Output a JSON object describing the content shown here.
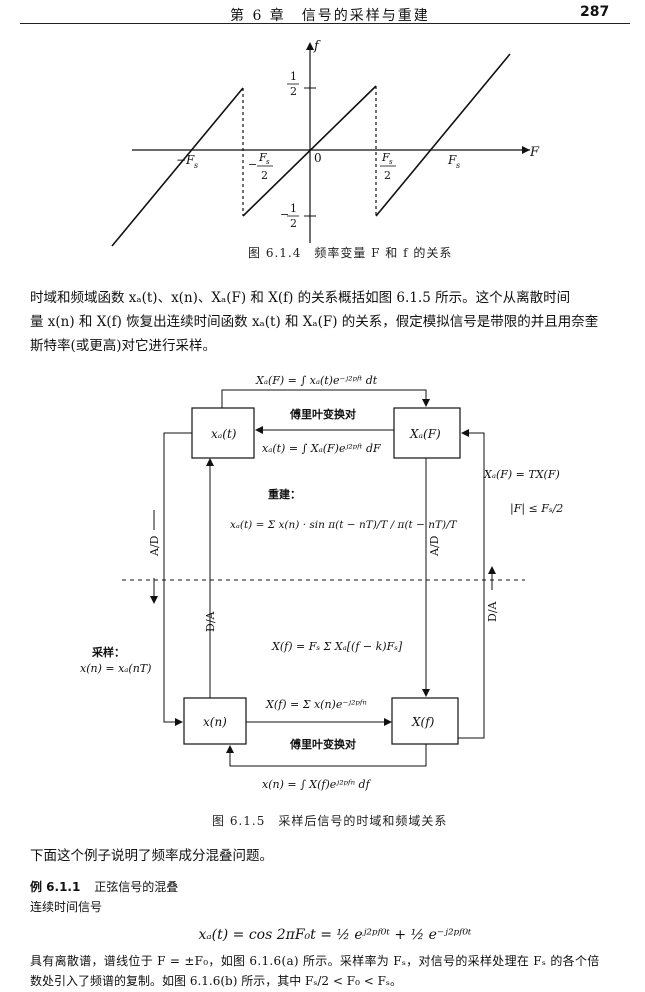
{
  "header": {
    "title": "第 6 章　信号的采样与重建",
    "page_number": "287"
  },
  "fig1": {
    "axis_f": "f",
    "axis_F": "F",
    "tick_half_num": "1",
    "tick_half_den": "2",
    "tick_neg_half": "−",
    "tick_origin": "0",
    "tick_neg_Fs": "−F",
    "tick_Fs": "F",
    "sub_s": "s",
    "tick_neg_Fs2": "−",
    "tick_Fs_over": "F",
    "tick_two": "2",
    "caption": "图 6.1.4　频率变量 F 和 f 的关系"
  },
  "para1": {
    "line1": "时域和频域函数 xₐ(t)、x(n)、Xₐ(F) 和 X(f) 的关系概括如图 6.1.5 所示。这个从离散时间",
    "line2": "量 x(n) 和 X(f) 恢复出连续时间函数 xₐ(t) 和 Xₐ(F) 的关系，假定模拟信号是带限的并且用奈奎",
    "line3": "斯特率(或更高)对它进行采样。"
  },
  "fig2": {
    "box_xa_t": "xₐ(t)",
    "box_Xa_F": "Xₐ(F)",
    "box_x_n": "x(n)",
    "box_X_f": "X(f)",
    "top_formula": "Xₐ(F) = ∫ xₐ(t)e⁻ʲ²ᵖᶠᵗ dt",
    "fourier_pair_top": "傅里叶变换对",
    "mid_top_formula": "xₐ(t) = ∫ Xₐ(F)eʲ²ᵖᶠᵗ dF",
    "right_formula": "Xₐ(F) = TX(F)",
    "right_cond": "|F| ≤ Fₛ/2",
    "recon_title": "重建：",
    "recon_formula": "xₐ(t) = Σ x(n) · sin π(t − nT)/T  /  π(t − nT)/T",
    "ad_left": "A/D",
    "da_left": "D/A",
    "ad_right": "A/D",
    "da_right": "D/A",
    "sampling_title": "采样：",
    "sampling_formula": "x(n) = xₐ(nT)",
    "alias_formula": "X(f) = Fₛ Σ Xₐ[(f − k)Fₛ]",
    "dtft_formula": "X(f) = Σ x(n)e⁻ʲ²ᵖᶠⁿ",
    "fourier_pair_bottom": "傅里叶变换对",
    "inverse_formula": "x(n) = ∫ X(f)eʲ²ᵖᶠⁿ df",
    "caption": "图 6.1.5　采样后信号的时域和频域关系"
  },
  "para2": {
    "line1": "下面这个例子说明了频率成分混叠问题。"
  },
  "example": {
    "title": "例 6.1.1",
    "subtitle": "正弦信号的混叠",
    "line1": "连续时间信号",
    "equation": "xₐ(t) = cos 2πF₀t = ½ eʲ²ᵖᶠ⁰ᵗ + ½ e⁻ʲ²ᵖᶠ⁰ᵗ",
    "line2": "具有离散谱，谱线位于 F = ±F₀，如图 6.1.6(a) 所示。采样率为 Fₛ，对信号的采样处理在 Fₛ 的各个倍",
    "line3": "数处引入了频谱的复制。如图 6.1.6(b) 所示，其中 Fₛ/2 < F₀ < Fₛ。"
  }
}
